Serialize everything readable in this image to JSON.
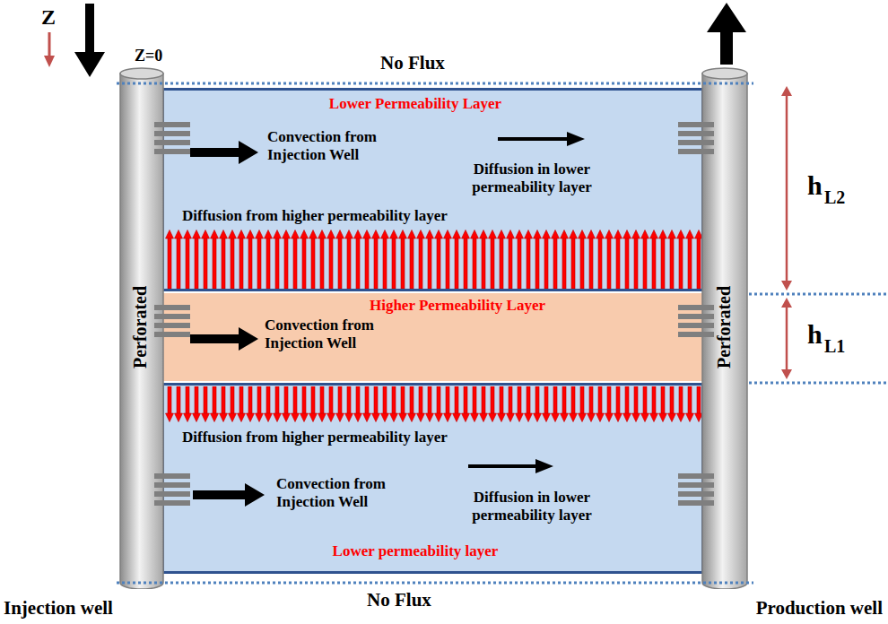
{
  "diagram": {
    "nodes": [
      {
        "text": [
          "Lower Permeability Layer",
          "Convection from Injection Well",
          "Diffusion in lower permeability layer",
          "Diffusion from higher permeability layer"
        ]
      },
      {
        "text": [
          "Higher Permeability Layer",
          "Convection from Injection Well"
        ]
      },
      {
        "text": [
          "Diffusion from higher permeability layer",
          "Convection from Injection Well",
          "Diffusion in lower permeability layer",
          "Lower permeability layer"
        ]
      },
      {
        "text": [
          "Perforated"
        ]
      },
      {
        "text": [
          "Perforated"
        ]
      }
    ],
    "labels": [
      "Z",
      "Z=0",
      "No Flux",
      "h",
      "L2",
      "h",
      "L1",
      "No Flux",
      "Injection well",
      "Production well"
    ]
  }
}
